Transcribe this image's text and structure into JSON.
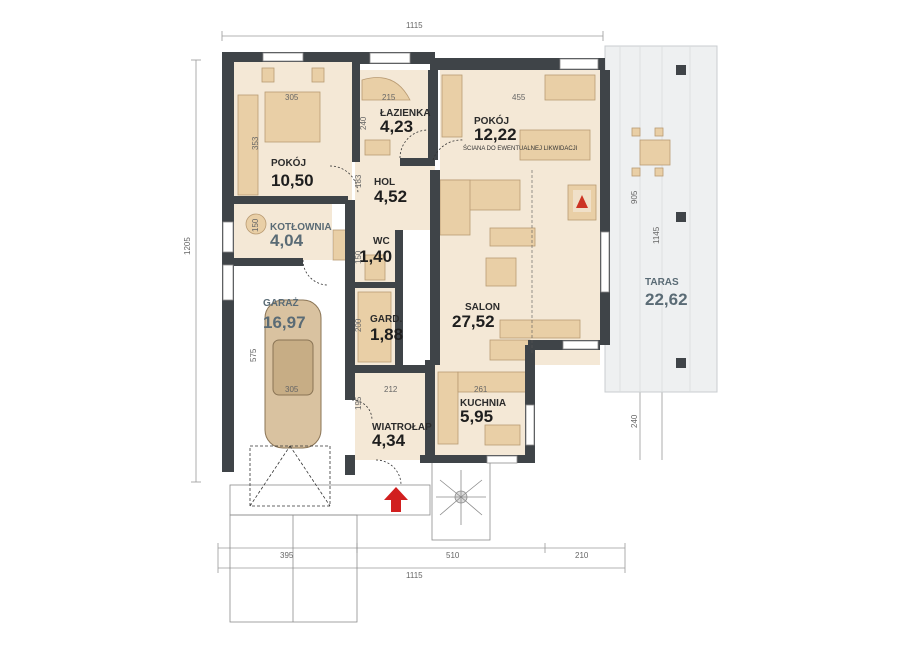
{
  "colors": {
    "wall": "#3f4448",
    "floor": "#f4e8d6",
    "furniture": "#e9cfa6",
    "furniture_stroke": "#b99b73",
    "terrace": "#eef0f1",
    "dim_line": "#9a9a9a",
    "entry_arrow": "#d11f1f",
    "fireplace": "#cc3322"
  },
  "rooms": [
    {
      "key": "pokoj1",
      "name": "POKÓJ",
      "area": "10,50"
    },
    {
      "key": "lazienka",
      "name": "ŁAZIENKA",
      "area": "4,23"
    },
    {
      "key": "pokoj2",
      "name": "POKÓJ",
      "area": "12,22"
    },
    {
      "key": "hol",
      "name": "HOL",
      "area": "4,52"
    },
    {
      "key": "kotlownia",
      "name": "KOTŁOWNIA",
      "area": "4,04"
    },
    {
      "key": "wc",
      "name": "WC",
      "area": "1,40"
    },
    {
      "key": "garaz",
      "name": "GARAŻ",
      "area": "16,97"
    },
    {
      "key": "gard",
      "name": "GARD.",
      "area": "1,88"
    },
    {
      "key": "salon",
      "name": "SALON",
      "area": "27,52"
    },
    {
      "key": "kuchnia",
      "name": "KUCHNIA",
      "area": "5,95"
    },
    {
      "key": "wiatrolap",
      "name": "WIATROŁAP",
      "area": "4,34"
    },
    {
      "key": "taras",
      "name": "TARAS",
      "area": "22,62"
    }
  ],
  "note": "ŚCIANA DO EWENTUALNEJ LIKWIDACJI",
  "dimensions": {
    "top_total": "1115",
    "bottom_total": "1115",
    "left_total": "1205",
    "bottom_left": "395",
    "bottom_mid": "510",
    "bottom_right": "210",
    "terrace_905": "905",
    "terrace_1145": "1145",
    "terrace_240": "240",
    "pokoj1_width": "305",
    "lazienka_width": "215",
    "pokoj2_width": "455",
    "pokoj1_depth": "353",
    "lazienka_depth": "240",
    "hol_183": "183",
    "kotlownia_150": "150",
    "wc_150": "150",
    "gard_200": "200",
    "garaz_575": "575",
    "garaz_width": "305",
    "wiatrolap_212": "212",
    "kuchnia_261": "261",
    "wiatrolap_d": "195"
  }
}
